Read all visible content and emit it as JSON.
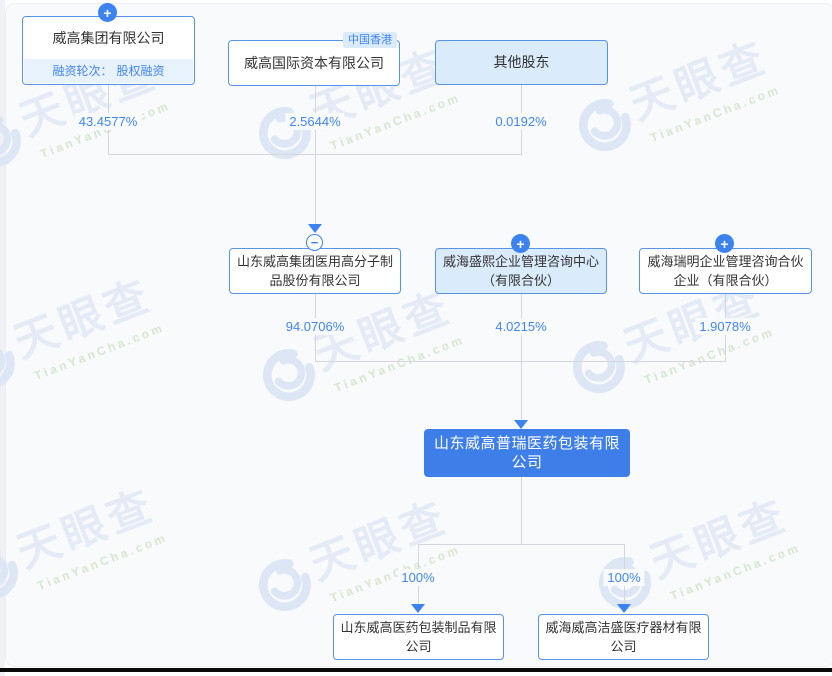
{
  "watermark": {
    "text": "天眼查",
    "subtext": "TianYanCha.com",
    "logo": "tianyancha-swirl-logo"
  },
  "icons": {
    "plus_glyph": "+",
    "minus_glyph": "−"
  },
  "colors": {
    "accent": "#4285F4",
    "node_border": "#5893EA",
    "node_fill_light": "#DAEBFB",
    "funding_strip_fill": "#E8F2FC",
    "focus_fill": "#3E7EE9",
    "connector": "#D4D6DB",
    "badge_blue": "#3C83F0"
  },
  "nodes": {
    "top": [
      {
        "name": "威高集团有限公司",
        "badge": "plus",
        "funding_label": "融资轮次：",
        "funding_value": "股权融资",
        "percent": "43.4577%"
      },
      {
        "name": "威高国际资本有限公司",
        "tag": "中国香港",
        "percent": "2.5644%"
      },
      {
        "name": "其他股东",
        "percent": "0.0192%"
      }
    ],
    "middle": [
      {
        "name": "山东威高集团医用高分子制品股份有限公司",
        "badge": "minus",
        "percent": "94.0706%"
      },
      {
        "name": "威海盛熙企业管理咨询中心（有限合伙）",
        "badge": "plus",
        "percent": "4.0215%"
      },
      {
        "name": "威海瑞明企业管理咨询合伙企业（有限合伙）",
        "badge": "plus",
        "percent": "1.9078%"
      }
    ],
    "focus": {
      "name": "山东威高普瑞医药包装有限公司"
    },
    "bottom": [
      {
        "name": "山东威高医药包装制品有限公司",
        "percent": "100%"
      },
      {
        "name": "威海威高洁盛医疗器材有限公司",
        "percent": "100%"
      }
    ]
  }
}
